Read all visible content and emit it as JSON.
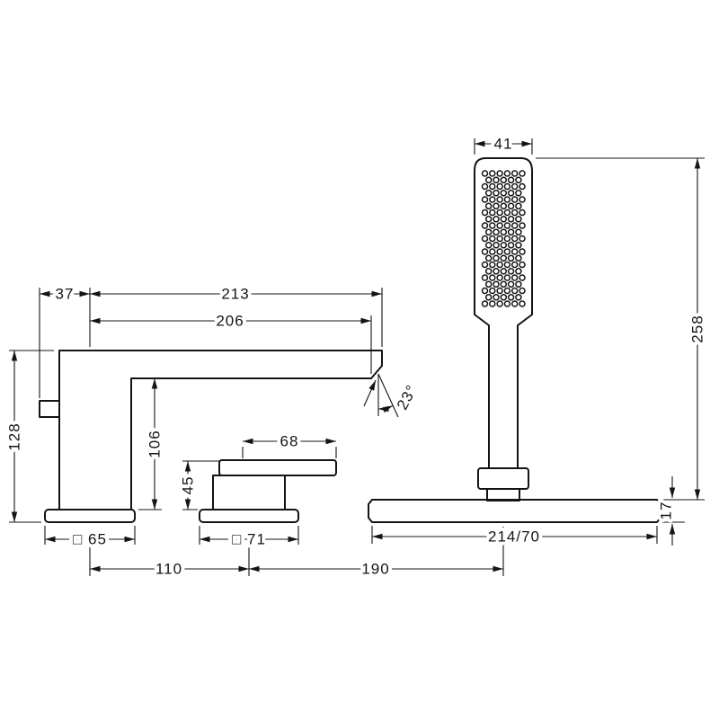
{
  "drawing": {
    "kind": "technical-dimension-drawing",
    "subject": "3-hole deck-mounted bath mixer with stick hand shower and escutcheon plate",
    "line_color": "#141414",
    "background": "#ffffff",
    "dims": {
      "spout_offset": "37",
      "spout_projection_total": "213",
      "spout_projection": "206",
      "spout_height": "128",
      "spout_clearance": "106",
      "spout_angle": "23°",
      "spout_escutcheon": "□ 65",
      "handle_lever_length": "68",
      "handle_height": "45",
      "handle_escutcheon": "□ 71",
      "spacing_spout_handle": "110",
      "spacing_handle_shower": "190",
      "handshower_width": "41",
      "handshower_height": "258",
      "plate_length": "214/70",
      "plate_height": "17"
    }
  }
}
